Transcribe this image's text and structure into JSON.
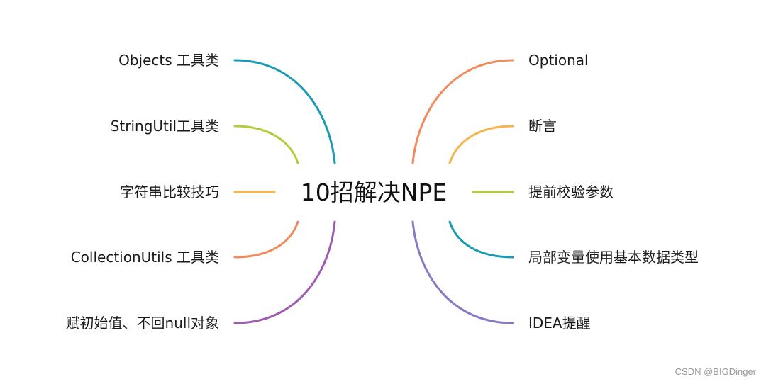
{
  "center": {
    "title": "10招解决NPE"
  },
  "branches": [
    {
      "label": "Objects 工具类",
      "color": "#1a9bb5"
    },
    {
      "label": "StringUtil工具类",
      "color": "#b5cb3a"
    },
    {
      "label": "字符串比较技巧",
      "color": "#f6b54a"
    },
    {
      "label": "CollectionUtils 工具类",
      "color": "#f28a5c"
    },
    {
      "label": "赋初始值、不回null对象",
      "color": "#9f5bb0"
    },
    {
      "label": "Optional",
      "color": "#f28a5c"
    },
    {
      "label": "断言",
      "color": "#f6b54a"
    },
    {
      "label": "提前校验参数",
      "color": "#b5cb3a"
    },
    {
      "label": "局部变量使用基本数据类型",
      "color": "#1a9bb5"
    },
    {
      "label": "IDEA提醒",
      "color": "#8a78c4"
    }
  ],
  "watermark": "CSDN @BIGDinger"
}
